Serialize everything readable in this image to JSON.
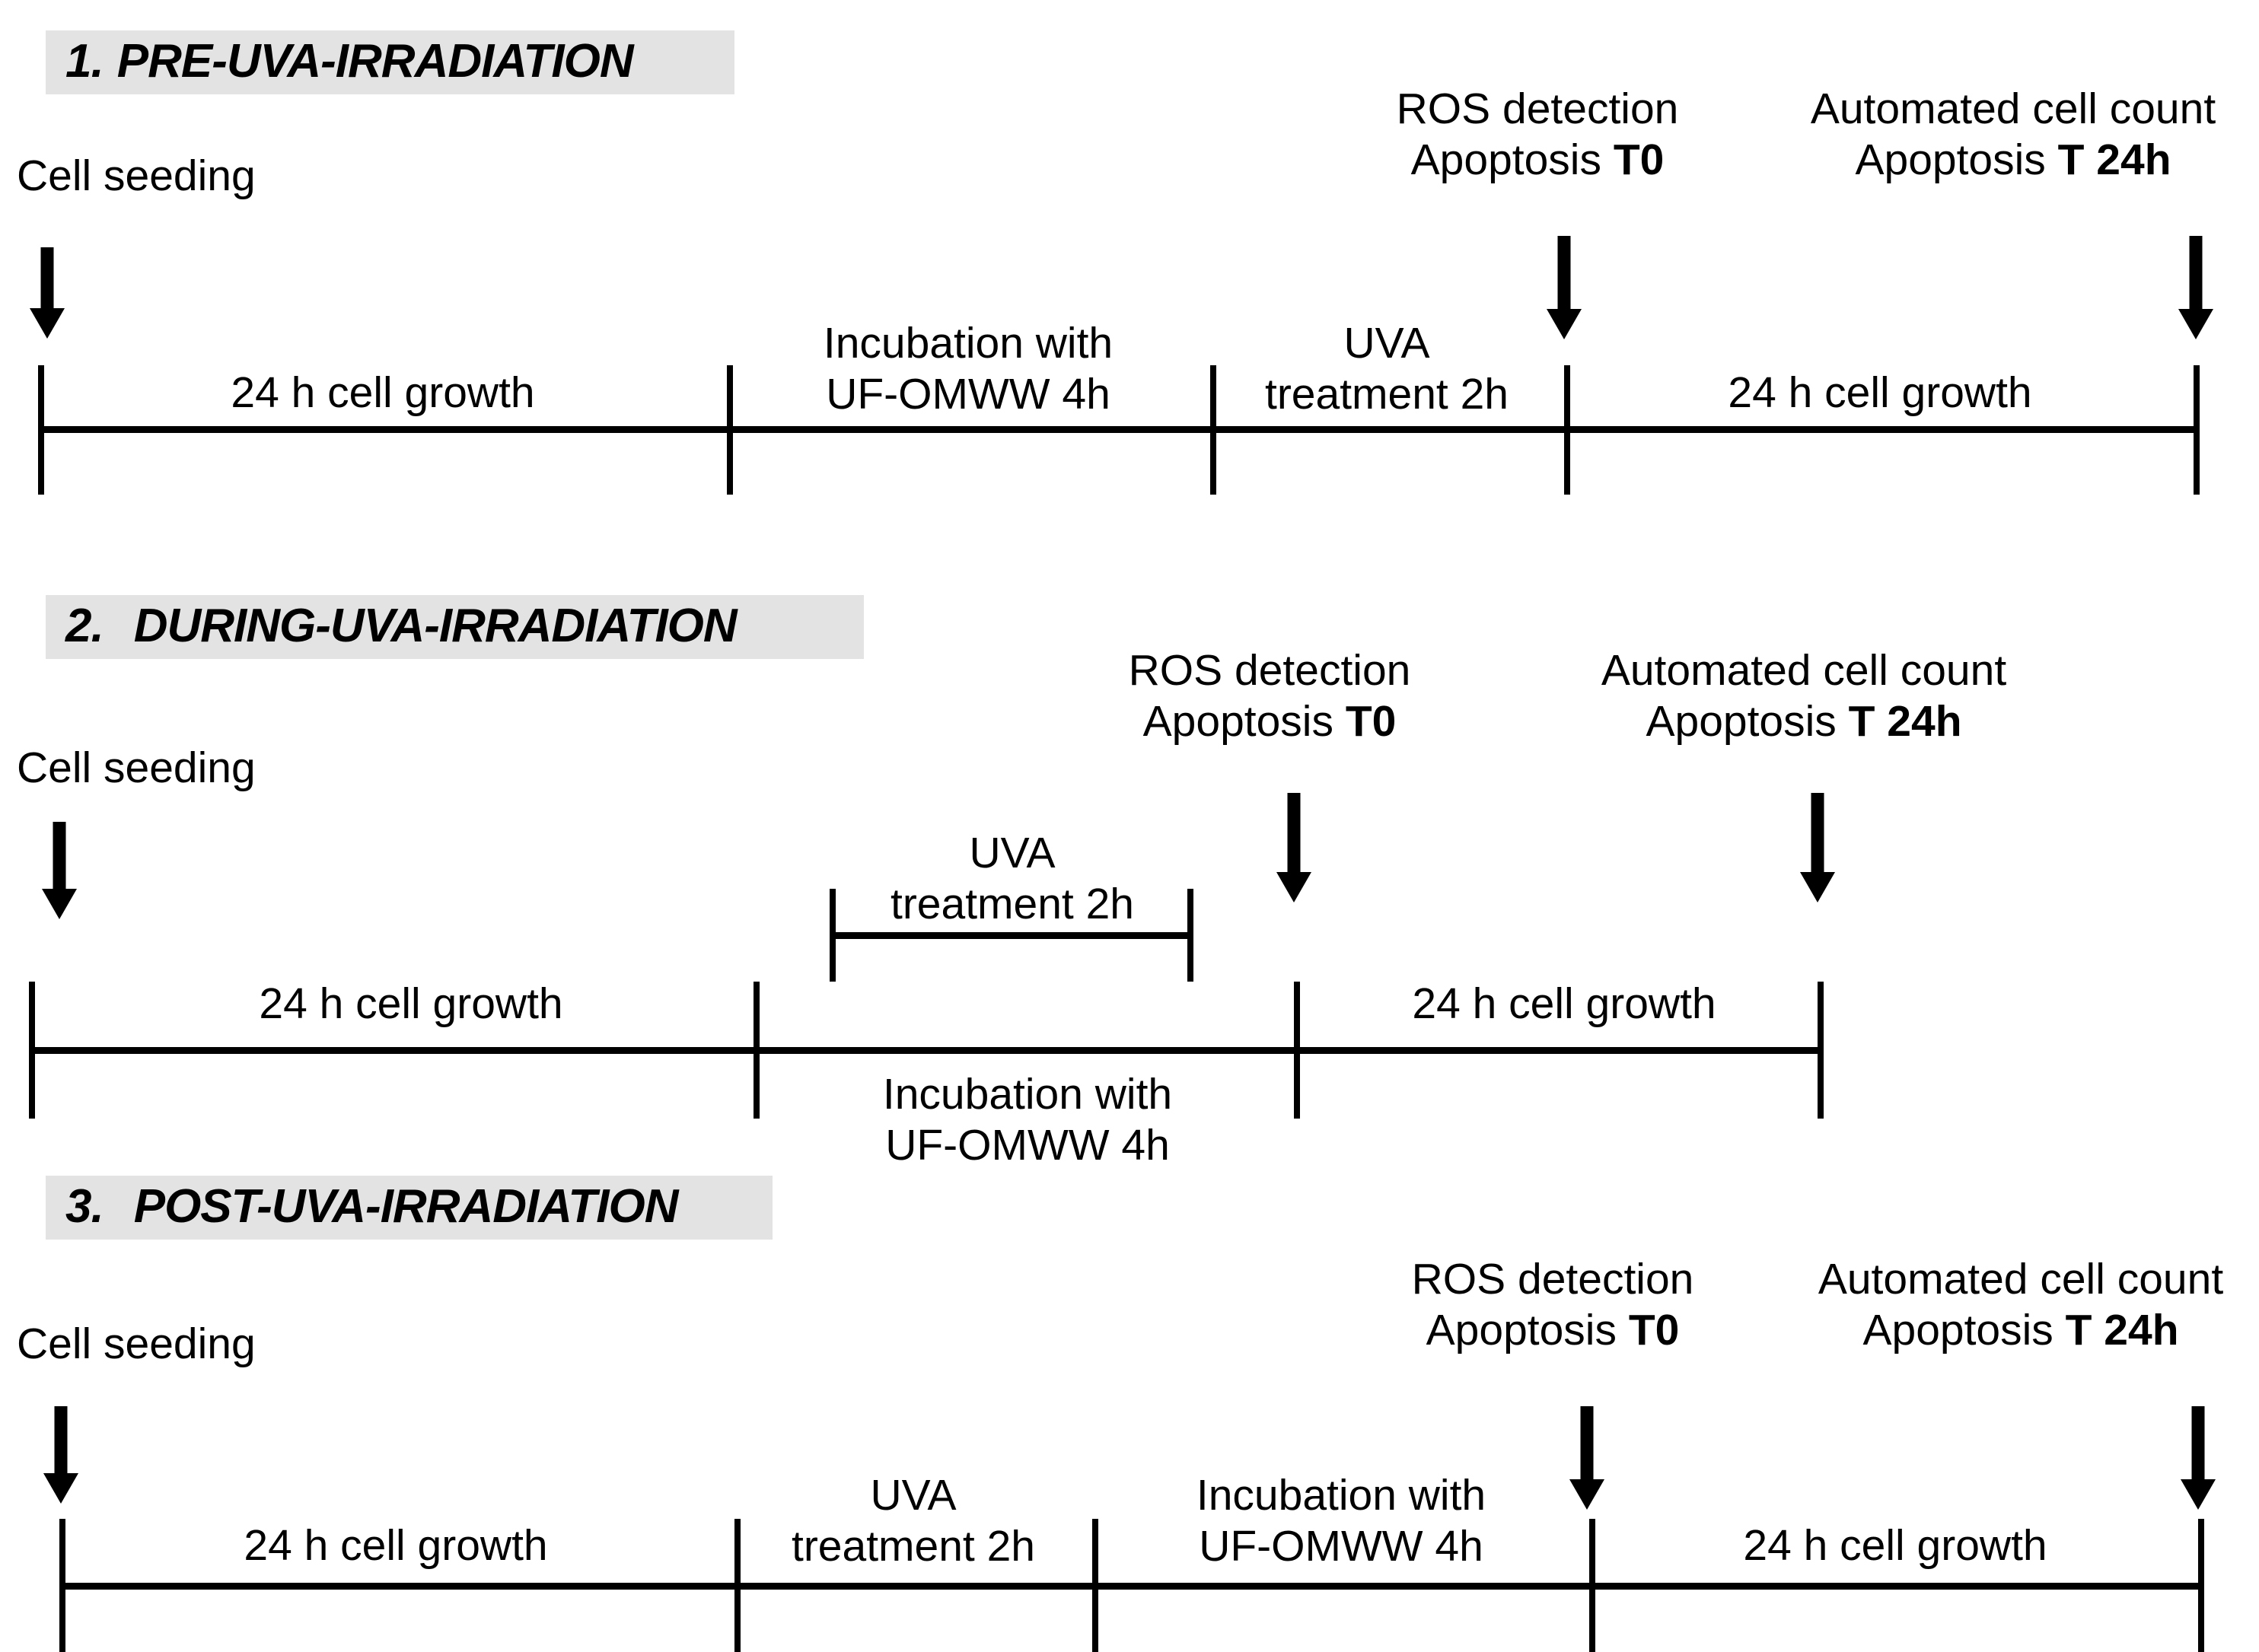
{
  "figure": {
    "type": "experimental-timeline-diagram",
    "background": "#ffffff",
    "header_background": "#e3e3e3",
    "line_color": "#000000"
  },
  "common": {
    "cell_seeding": "Cell seeding",
    "cell_growth": "24 h cell growth",
    "incubation_line1": "Incubation with",
    "incubation_line2": "UF-OMWW 4h",
    "uva_line1": "UVA",
    "uva_line2": "treatment 2h",
    "ros_line1": "ROS detection",
    "ros_line2_plain": "Apoptosis ",
    "ros_line2_bold": "T0",
    "count_line1": "Automated cell count",
    "count_line2_plain": "Apoptosis ",
    "count_line2_bold": "T 24h"
  },
  "sections": [
    {
      "index": "1.",
      "title": "PRE-UVA-IRRADIATION",
      "seeding_label": "Cell seeding",
      "segments": [
        {
          "label": "24 h cell growth",
          "bold": false,
          "position": "above"
        },
        {
          "label_line1": "Incubation with",
          "label_line2": "UF-OMWW 4h",
          "bold": true,
          "position": "above"
        },
        {
          "label_line1": "UVA",
          "label_line2": "treatment 2h",
          "bold": true,
          "position": "above"
        },
        {
          "label": "24 h cell growth",
          "bold": false,
          "position": "above"
        }
      ],
      "markers": [
        {
          "line1": "ROS detection",
          "line2_plain": "Apoptosis ",
          "line2_bold": "T0"
        },
        {
          "line1": "Automated cell count",
          "line2_plain": "Apoptosis ",
          "line2_bold": "T 24h"
        }
      ]
    },
    {
      "index": "2.",
      "title": "DURING-UVA-IRRADIATION",
      "seeding_label": "Cell seeding",
      "segments": [
        {
          "label": "24 h cell growth",
          "bold": false,
          "position": "above"
        },
        {
          "label_line1": "Incubation with",
          "label_line2": "UF-OMWW 4h",
          "bold": true,
          "position": "below"
        },
        {
          "label": "24 h cell growth",
          "bold": false,
          "position": "above"
        }
      ],
      "bracket": {
        "line1": "UVA",
        "line2": "treatment 2h",
        "bold": true
      },
      "markers": [
        {
          "line1": "ROS detection",
          "line2_plain": "Apoptosis ",
          "line2_bold": "T0"
        },
        {
          "line1": "Automated cell count",
          "line2_plain": "Apoptosis ",
          "line2_bold": "T 24h"
        }
      ]
    },
    {
      "index": "3.",
      "title": "POST-UVA-IRRADIATION",
      "seeding_label": "Cell seeding",
      "segments": [
        {
          "label": "24 h cell growth",
          "bold": false,
          "position": "above"
        },
        {
          "label_line1": "UVA",
          "label_line2": "treatment 2h",
          "bold": true,
          "position": "above"
        },
        {
          "label_line1": "Incubation with",
          "label_line2": "UF-OMWW 4h",
          "bold": true,
          "position": "above"
        },
        {
          "label": "24 h cell growth",
          "bold": false,
          "position": "above"
        }
      ],
      "markers": [
        {
          "line1": "ROS detection",
          "line2_plain": "Apoptosis ",
          "line2_bold": "T0"
        },
        {
          "line1": "Automated cell count",
          "line2_plain": "Apoptosis ",
          "line2_bold": "T 24h"
        }
      ]
    }
  ]
}
